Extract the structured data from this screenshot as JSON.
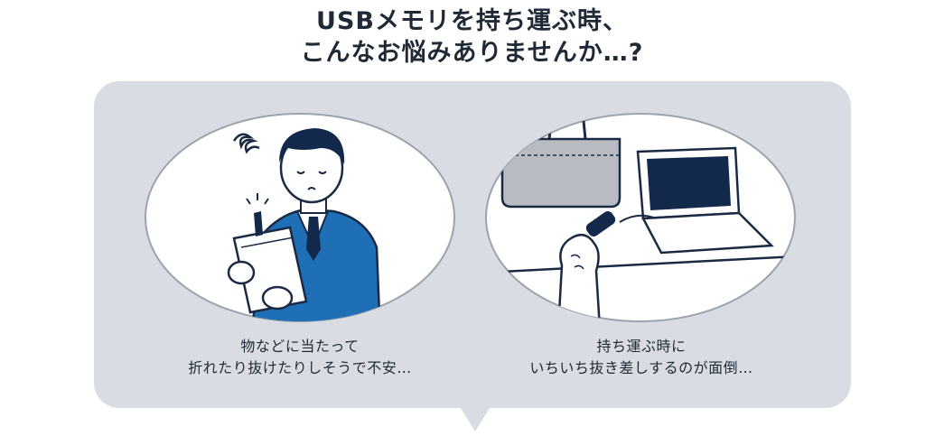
{
  "headline": {
    "line1": "USBメモリを持ち運ぶ時、",
    "line2": "こんなお悩みありませんか…?"
  },
  "scenes": [
    {
      "illustration": "worried-businessman-with-notebook",
      "caption_line1": "物などに当たって",
      "caption_line2": "折れたり抜けたりしそうで不安…"
    },
    {
      "illustration": "bag-laptop-usb-hand",
      "caption_line1": "持ち運ぶ時に",
      "caption_line2": "いちいち抜き差しするのが面倒…"
    }
  ],
  "colors": {
    "panel": "#d9dde3",
    "navy": "#13294b",
    "suit_blue": "#1f6fb7",
    "bag_gray": "#b8bcc2",
    "outline": "#1b2a44"
  }
}
